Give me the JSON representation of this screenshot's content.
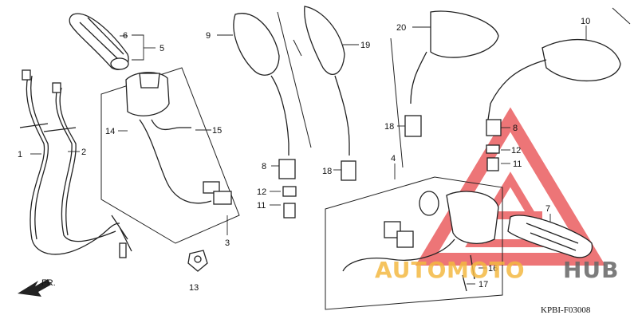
{
  "diagram": {
    "drawing_code": "KPBI-F03008",
    "front_arrow_label": "FR.",
    "parts": [
      {
        "ref": "1"
      },
      {
        "ref": "2"
      },
      {
        "ref": "3"
      },
      {
        "ref": "4"
      },
      {
        "ref": "5"
      },
      {
        "ref": "6"
      },
      {
        "ref": "7"
      },
      {
        "ref": "8"
      },
      {
        "ref": "9"
      },
      {
        "ref": "10"
      },
      {
        "ref": "11"
      },
      {
        "ref": "12"
      },
      {
        "ref": "13"
      },
      {
        "ref": "14"
      },
      {
        "ref": "15"
      },
      {
        "ref": "16"
      },
      {
        "ref": "17"
      },
      {
        "ref": "18"
      },
      {
        "ref": "19"
      },
      {
        "ref": "20"
      }
    ]
  },
  "watermark": {
    "part_a": "AUTO",
    "part_b": "MOTO",
    "part_c": "HUB",
    "color_a": "#f4b942",
    "color_b": "#f4b942",
    "color_c": "#666666",
    "logo_color": "#e8484a"
  }
}
